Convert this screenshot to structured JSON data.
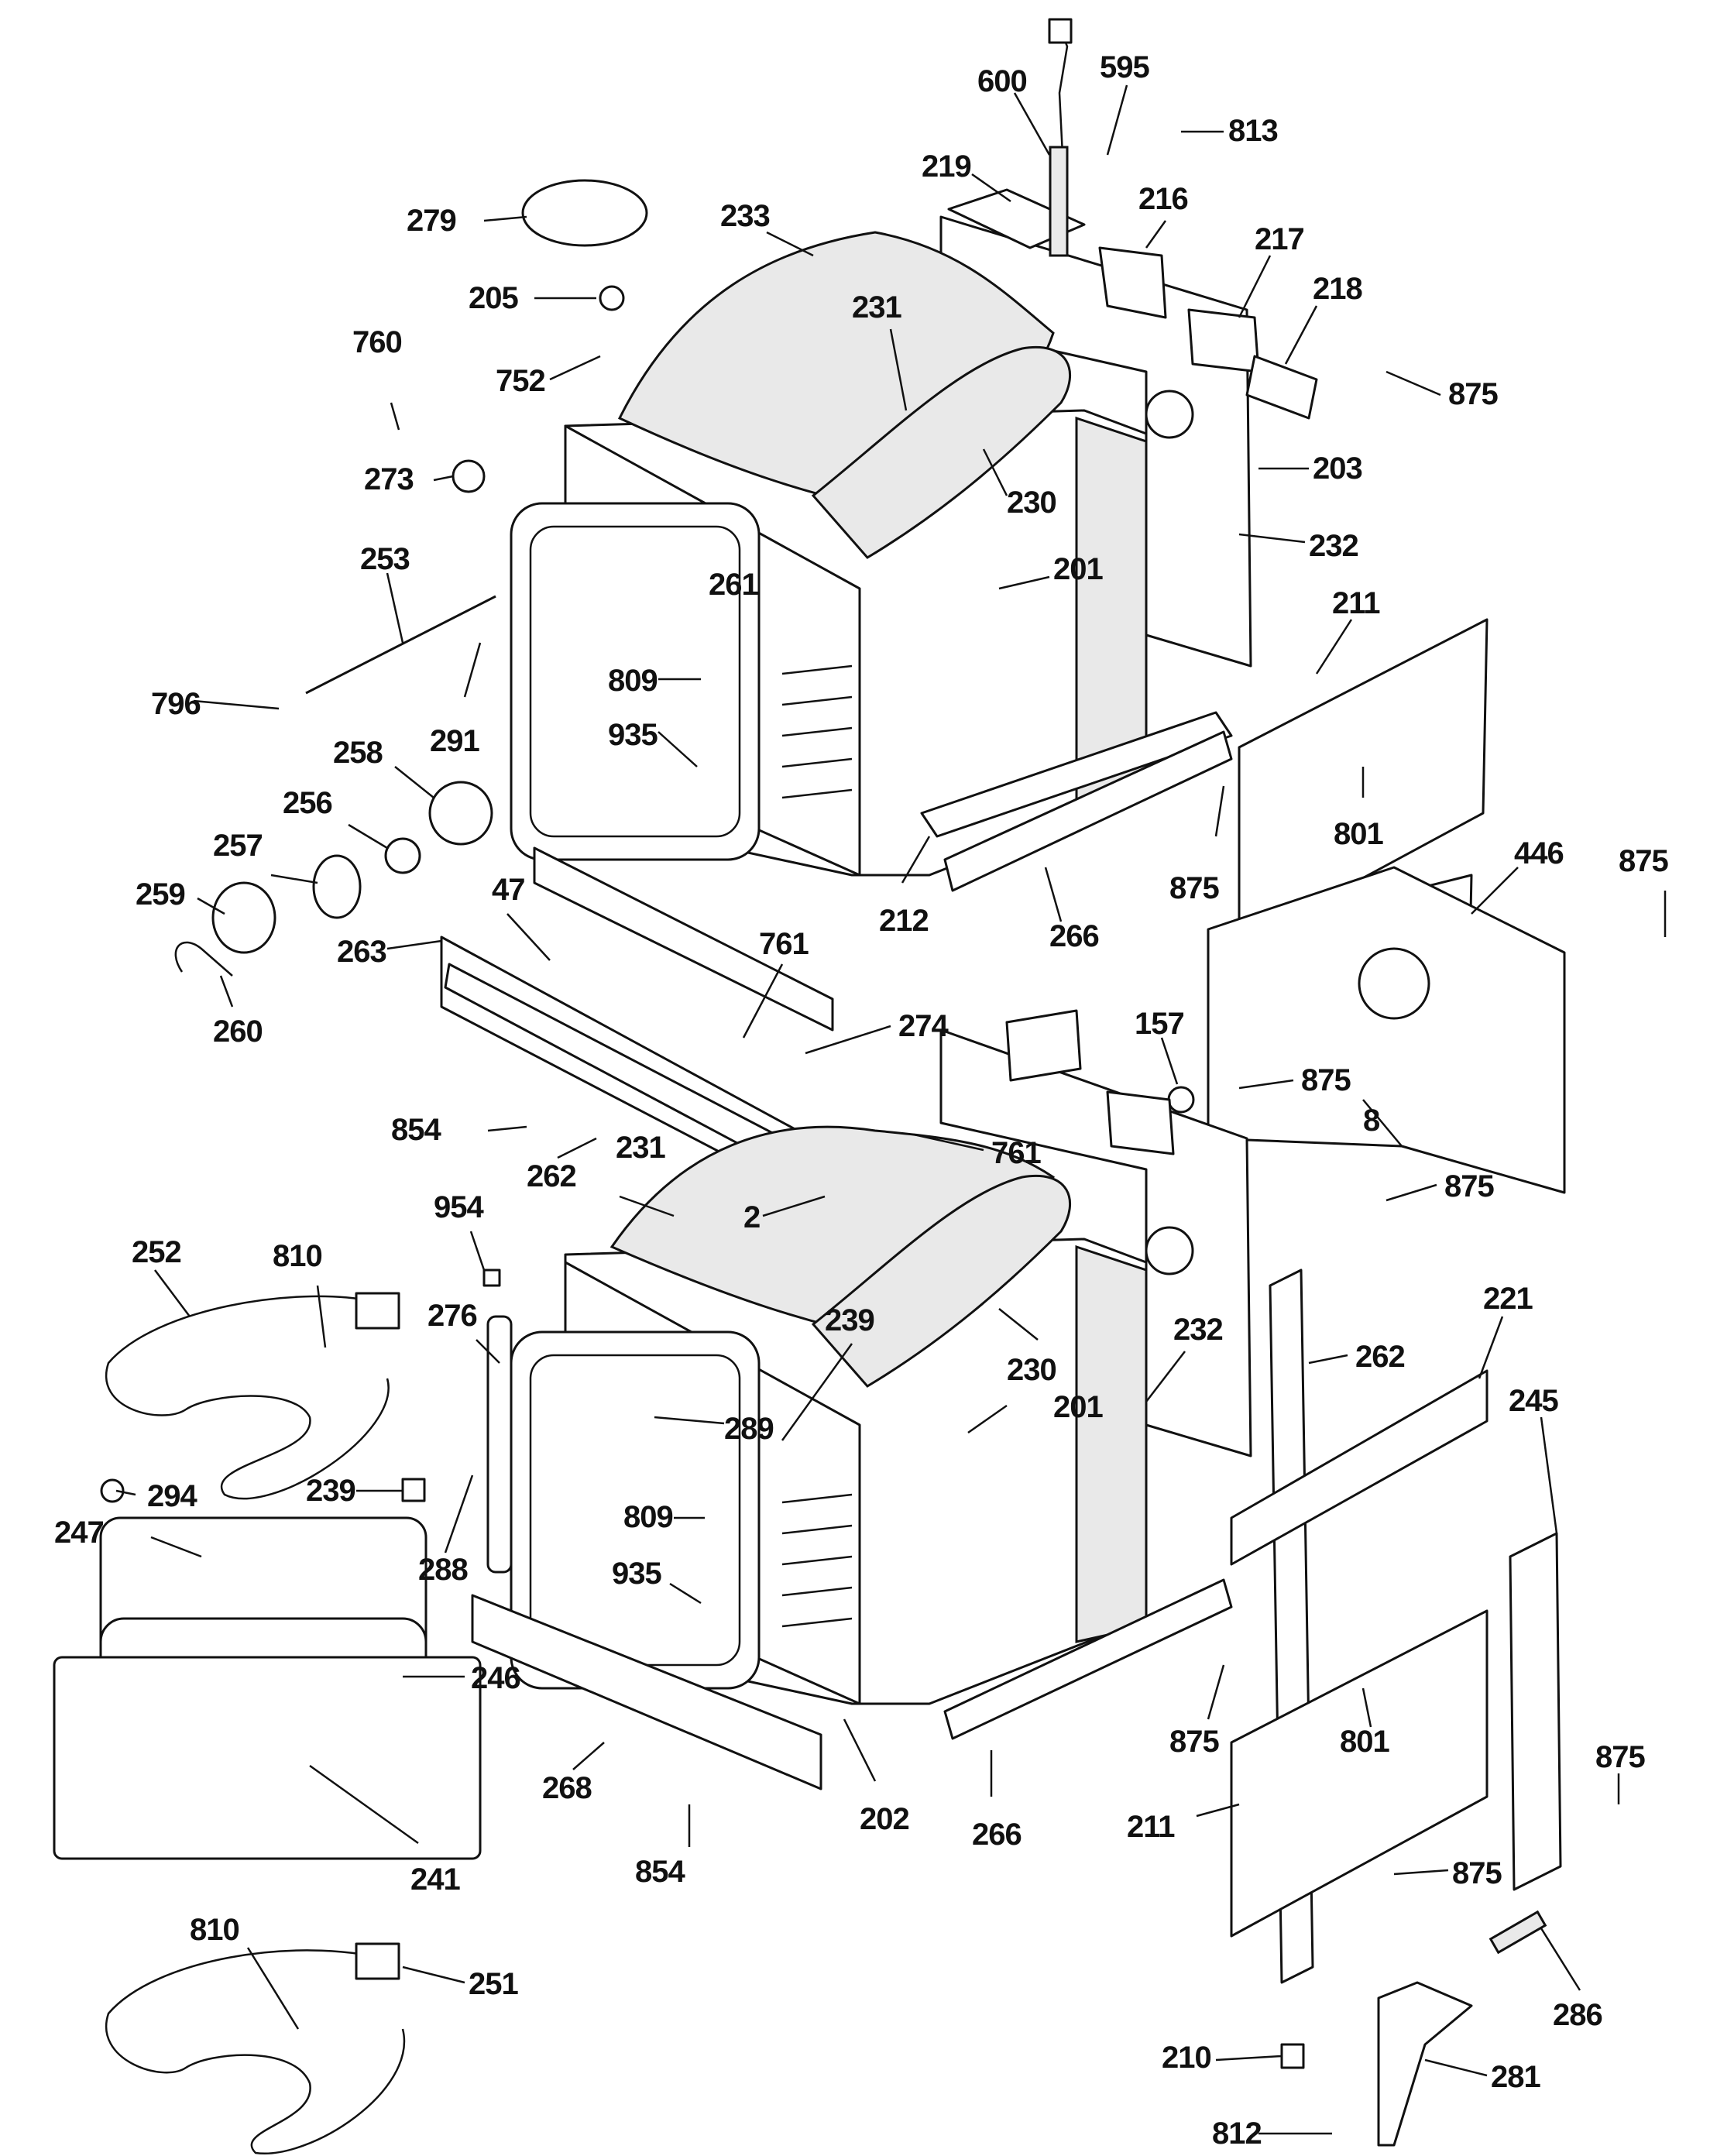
{
  "labels": [
    {
      "id": "l600",
      "text": "600"
    },
    {
      "id": "l595",
      "text": "595"
    },
    {
      "id": "l813",
      "text": "813"
    },
    {
      "id": "l219",
      "text": "219"
    },
    {
      "id": "l216",
      "text": "216"
    },
    {
      "id": "l217",
      "text": "217"
    },
    {
      "id": "l218",
      "text": "218"
    },
    {
      "id": "l875a",
      "text": "875"
    },
    {
      "id": "l279",
      "text": "279"
    },
    {
      "id": "l233",
      "text": "233"
    },
    {
      "id": "l231a",
      "text": "231"
    },
    {
      "id": "l205",
      "text": "205"
    },
    {
      "id": "l760",
      "text": "760"
    },
    {
      "id": "l752",
      "text": "752"
    },
    {
      "id": "l273",
      "text": "273"
    },
    {
      "id": "l230a",
      "text": "230"
    },
    {
      "id": "l203",
      "text": "203"
    },
    {
      "id": "l232a",
      "text": "232"
    },
    {
      "id": "l253",
      "text": "253"
    },
    {
      "id": "l201a",
      "text": "201"
    },
    {
      "id": "l261",
      "text": "261"
    },
    {
      "id": "l211a",
      "text": "211"
    },
    {
      "id": "l796",
      "text": "796"
    },
    {
      "id": "l809a",
      "text": "809"
    },
    {
      "id": "l291",
      "text": "291"
    },
    {
      "id": "l935a",
      "text": "935"
    },
    {
      "id": "l258",
      "text": "258"
    },
    {
      "id": "l801a",
      "text": "801"
    },
    {
      "id": "l256",
      "text": "256"
    },
    {
      "id": "l446",
      "text": "446"
    },
    {
      "id": "l875b",
      "text": "875"
    },
    {
      "id": "l257",
      "text": "257"
    },
    {
      "id": "l875c",
      "text": "875"
    },
    {
      "id": "l212",
      "text": "212"
    },
    {
      "id": "l266a",
      "text": "266"
    },
    {
      "id": "l259",
      "text": "259"
    },
    {
      "id": "l47",
      "text": "47"
    },
    {
      "id": "l263",
      "text": "263"
    },
    {
      "id": "l761a",
      "text": "761"
    },
    {
      "id": "l260",
      "text": "260"
    },
    {
      "id": "l274",
      "text": "274"
    },
    {
      "id": "l157",
      "text": "157"
    },
    {
      "id": "l875d",
      "text": "875"
    },
    {
      "id": "l854a",
      "text": "854"
    },
    {
      "id": "l8",
      "text": "8"
    },
    {
      "id": "l262a",
      "text": "262"
    },
    {
      "id": "l231b",
      "text": "231"
    },
    {
      "id": "l761b",
      "text": "761"
    },
    {
      "id": "l875e",
      "text": "875"
    },
    {
      "id": "l2",
      "text": "2"
    },
    {
      "id": "l954",
      "text": "954"
    },
    {
      "id": "l252",
      "text": "252"
    },
    {
      "id": "l810a",
      "text": "810"
    },
    {
      "id": "l276",
      "text": "276"
    },
    {
      "id": "l239a",
      "text": "239"
    },
    {
      "id": "l230b",
      "text": "230"
    },
    {
      "id": "l232b",
      "text": "232"
    },
    {
      "id": "l262b",
      "text": "262"
    },
    {
      "id": "l221",
      "text": "221"
    },
    {
      "id": "l201b",
      "text": "201"
    },
    {
      "id": "l289",
      "text": "289"
    },
    {
      "id": "l294",
      "text": "294"
    },
    {
      "id": "l239b",
      "text": "239"
    },
    {
      "id": "l245",
      "text": "245"
    },
    {
      "id": "l247",
      "text": "247"
    },
    {
      "id": "l288",
      "text": "288"
    },
    {
      "id": "l809b",
      "text": "809"
    },
    {
      "id": "l935b",
      "text": "935"
    },
    {
      "id": "l246",
      "text": "246"
    },
    {
      "id": "l875f",
      "text": "875"
    },
    {
      "id": "l801b",
      "text": "801"
    },
    {
      "id": "l875g",
      "text": "875"
    },
    {
      "id": "l268",
      "text": "268"
    },
    {
      "id": "l202",
      "text": "202"
    },
    {
      "id": "l266b",
      "text": "266"
    },
    {
      "id": "l211b",
      "text": "211"
    },
    {
      "id": "l241",
      "text": "241"
    },
    {
      "id": "l854b",
      "text": "854"
    },
    {
      "id": "l875h",
      "text": "875"
    },
    {
      "id": "l810b",
      "text": "810"
    },
    {
      "id": "l251",
      "text": "251"
    },
    {
      "id": "l286",
      "text": "286"
    },
    {
      "id": "l210",
      "text": "210"
    },
    {
      "id": "l281",
      "text": "281"
    },
    {
      "id": "l812",
      "text": "812"
    }
  ]
}
